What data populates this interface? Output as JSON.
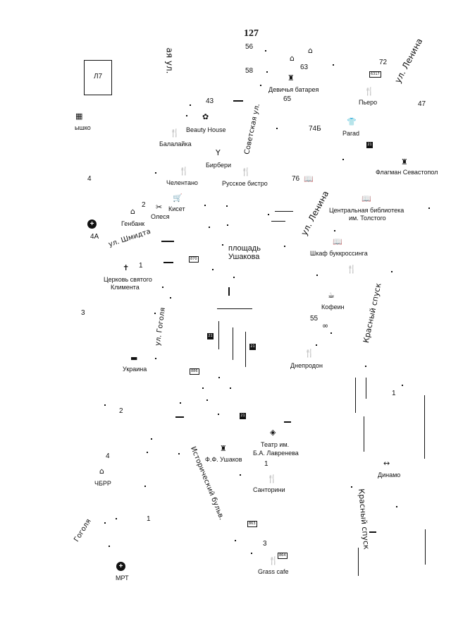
{
  "page_number": "127",
  "grid_ref": "Л7",
  "streets": {
    "top_left": "ая ул.",
    "sovetskaya": "Советская ул.",
    "lenina_top": "ул. Ленина",
    "lenina_mid": "ул. Ленина",
    "shmidta": "ул. Шмидта",
    "ploshad": "площадь",
    "ploshad2": "Ушакова",
    "gogolya_mid": "ул. Гоголя",
    "krasny_top": "Красный спуск",
    "krasny_bottom": "Красный спуск",
    "istorichesky": "Исторический бульв.",
    "gogolya_bottom": "Гоголя"
  },
  "labels": {
    "devichya": "Девичья батарея",
    "piero": "Пьеро",
    "yshko": "ышко",
    "beauty_house": "Beauty House",
    "balalaika": "Балалайка",
    "birberi": "Бирбери",
    "parad": "Parad",
    "flagman": "Флагман Севастопол",
    "chelentano": "Челентано",
    "russkoe": "Русское бистро",
    "kiset": "Кисет",
    "olesya": "Олеся",
    "genbank": "Генбанк",
    "biblioteka1": "Центральная библиотека",
    "biblioteka2": "им. Толстого",
    "shkaf": "Шкаф буккроссинга",
    "church1": "Церковь святого",
    "church2": "Климента",
    "kofein": "Кофеин",
    "ukraina": "Украина",
    "dneprodon": "Днепродон",
    "teatr1": "Театр им.",
    "teatr2": "Б.А. Лавренева",
    "ushakov": "Ф.Ф. Ушаков",
    "santorini": "Санторини",
    "dinamo": "Динамо",
    "chbrr": "ЧБРР",
    "mrt": "МРТ",
    "grass": "Grass cafe",
    "hosp_4a": "4А"
  },
  "numbers": {
    "n56": "56",
    "n58": "58",
    "n63": "63",
    "n72": "72",
    "n47": "47",
    "n43": "43",
    "n65": "65",
    "n74b": "74Б",
    "n76": "76",
    "n4_left": "4",
    "n2_genbank": "2",
    "n1_church": "1",
    "n3_left": "3",
    "n55": "55",
    "n1_right": "1",
    "n2_mid": "2",
    "n4_bottom": "4",
    "n1_teatr": "1",
    "n1_bottom": "1",
    "n3_grass": "3"
  },
  "stops": {
    "s6317": "6317",
    "s870": "870",
    "s886": "886",
    "s863": "863",
    "s864": "864"
  },
  "bus_label": "21"
}
